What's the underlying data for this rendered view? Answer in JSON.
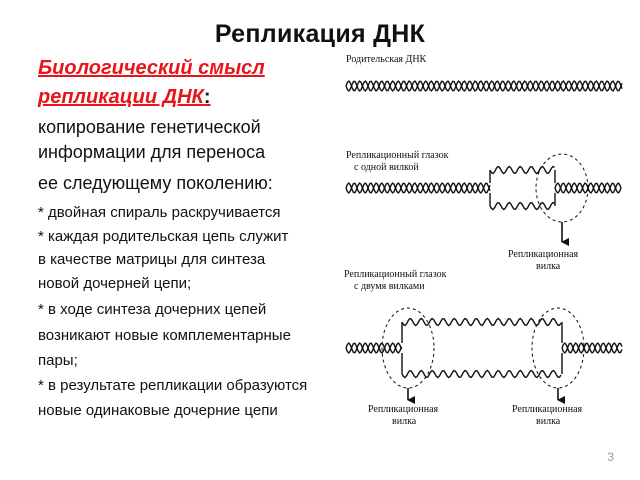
{
  "slide": {
    "title": "Репликация ДНК",
    "page_number": "3"
  },
  "heading": {
    "line1": "Биологический смысл",
    "line2": " репликации ДНК",
    "colon": ":"
  },
  "body_lines": [
    "копирование генетической",
    "информации для переноса",
    "ее следующему поколению:",
    "* двойная спираль раскручивается",
    "* каждая родительская цепь служит",
    " в качестве матрицы для синтеза",
    " новой дочерней цепи;",
    "*  в ходе синтеза дочерних цепей",
    "возникают новые комплементарные",
    " пары;",
    "* в результате репликации образуются",
    " новые одинаковые дочерние цепи"
  ],
  "figure": {
    "label_parent": "Родительская ДНК",
    "label_one_fork_1": "Репликационный глазок",
    "label_one_fork_2": "с одной вилкой",
    "label_fork_1": "Репликационная",
    "label_fork_2": "вилка",
    "label_two_forks_1": "Репликационный глазок",
    "label_two_forks_2": "с двумя вилками",
    "label_fork_left_1": "Репликационная",
    "label_fork_left_2": "вилка",
    "label_fork_right_1": "Репликационная",
    "label_fork_right_2": "вилка"
  },
  "colors": {
    "heading": "#e8141a",
    "text": "#111111",
    "page_number": "#999999"
  }
}
